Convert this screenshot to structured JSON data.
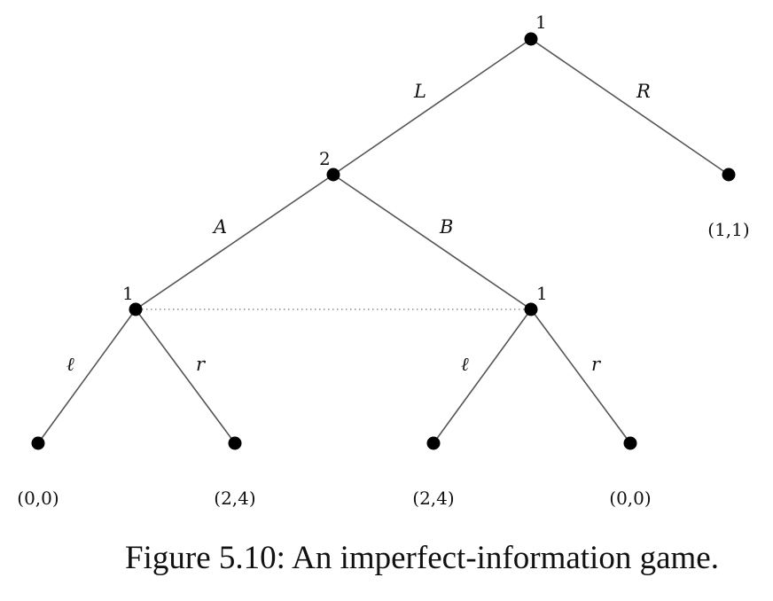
{
  "caption": "Figure 5.10: An imperfect-information game.",
  "nodes": {
    "root": {
      "player": "1"
    },
    "p2": {
      "player": "2"
    },
    "left1": {
      "player": "1"
    },
    "right1": {
      "player": "1"
    }
  },
  "actions": {
    "L": "L",
    "R": "R",
    "A": "A",
    "B": "B",
    "left_l": "ℓ",
    "left_r": "r",
    "right_l": "ℓ",
    "right_r": "r"
  },
  "payoffs": {
    "R": "(1,1)",
    "A_l": "(0,0)",
    "A_r": "(2,4)",
    "B_l": "(2,4)",
    "B_r": "(0,0)"
  }
}
